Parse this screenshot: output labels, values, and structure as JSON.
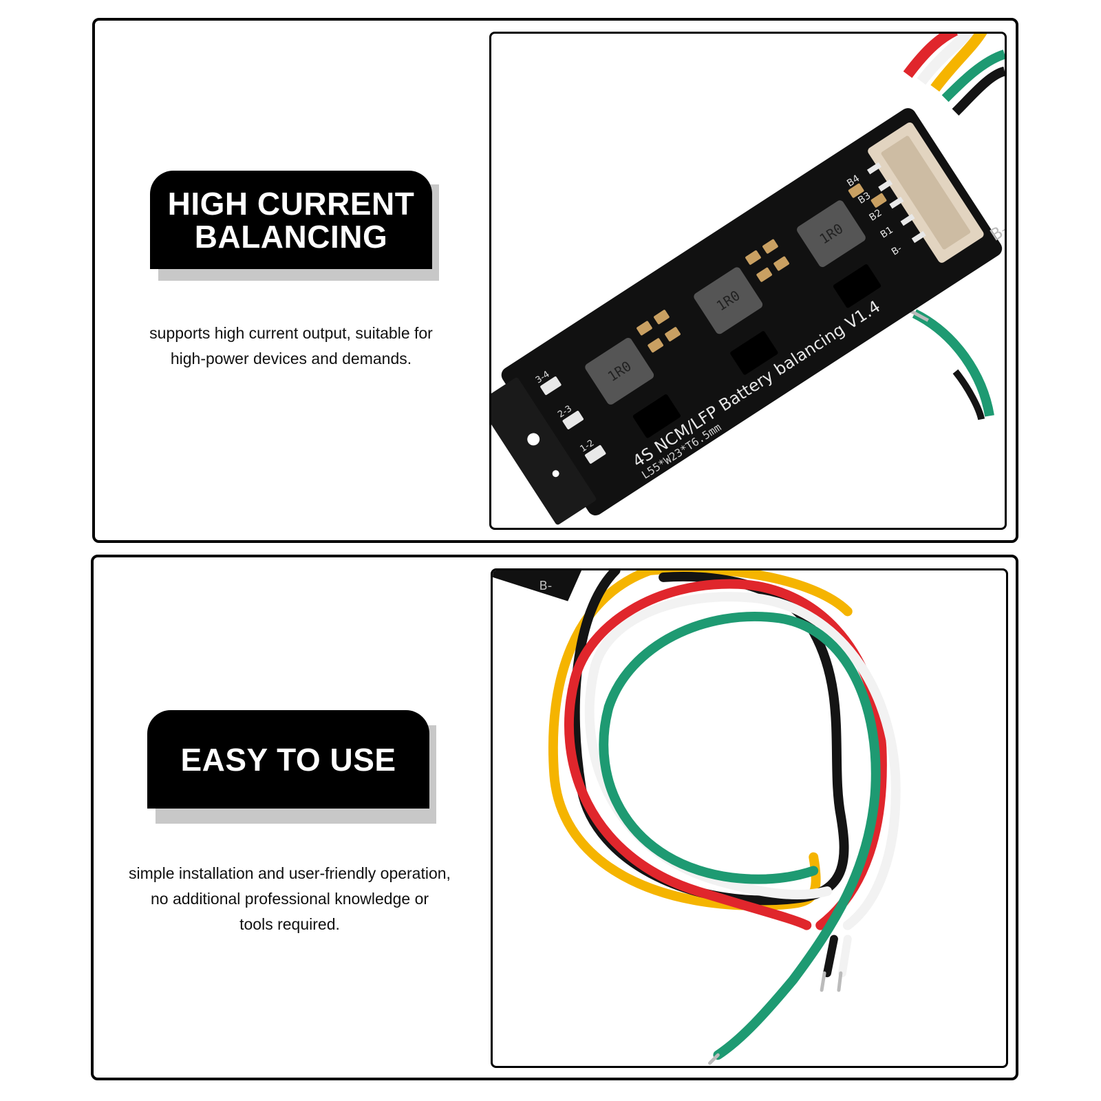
{
  "sections": [
    {
      "title_line1": "HIGH CURRENT",
      "title_line2": "BALANCING",
      "description_line1": "supports high current output, suitable for",
      "description_line2": "high-power devices and demands.",
      "photo": {
        "subject": "battery balancing board photo",
        "board_text": "4S NCM/LFP Battery balancing V1.4",
        "board_dims": "L55*W23*T6.5mm",
        "pin_labels": [
          "B4",
          "B3",
          "B2",
          "B1",
          "B-"
        ],
        "edge_label": "B-",
        "inductor_marking": "1R0",
        "channel_labels": [
          "3-4",
          "2-3",
          "1-2"
        ]
      }
    },
    {
      "title": "EASY TO USE",
      "description_line1": "simple installation and user-friendly operation,",
      "description_line2": "no additional professional knowledge or",
      "description_line3": "tools required.",
      "photo": {
        "subject": "balance lead wires photo",
        "edge_label": "B-"
      }
    }
  ],
  "colors": {
    "badge_bg": "#000000",
    "badge_text": "#ffffff",
    "badge_shadow": "#c8c8c8",
    "board": "#111111",
    "wire_yellow": "#f5b400",
    "wire_black": "#141414",
    "wire_red": "#e0262c",
    "wire_white": "#f2f2f2",
    "wire_green": "#1e9a72"
  }
}
